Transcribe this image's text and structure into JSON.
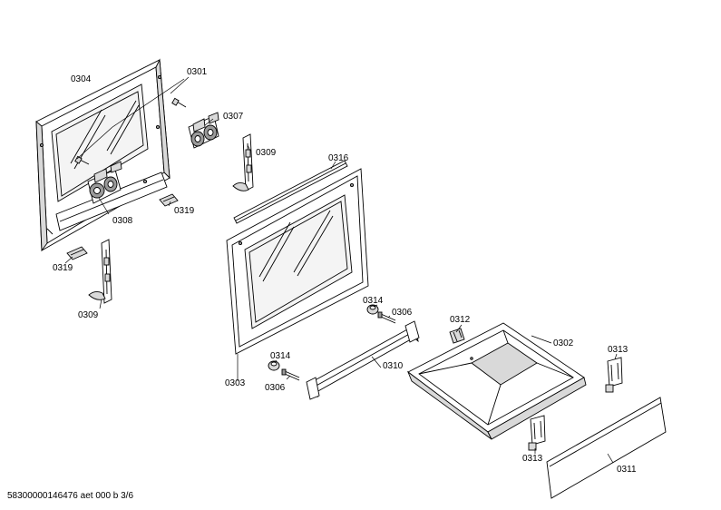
{
  "labels": {
    "p0301": "0301",
    "p0302": "0302",
    "p0303": "0303",
    "p0304": "0304",
    "p0306a": "0306",
    "p0306b": "0306",
    "p0307": "0307",
    "p0308": "0308",
    "p0309a": "0309",
    "p0309b": "0309",
    "p0310": "0310",
    "p0311": "0311",
    "p0312": "0312",
    "p0313a": "0313",
    "p0313b": "0313",
    "p0314a": "0314",
    "p0314b": "0314",
    "p0316": "0316",
    "p0319a": "0319",
    "p0319b": "0319"
  },
  "footer": {
    "document_id": "58300000146476 aet 000 b 3/6"
  }
}
